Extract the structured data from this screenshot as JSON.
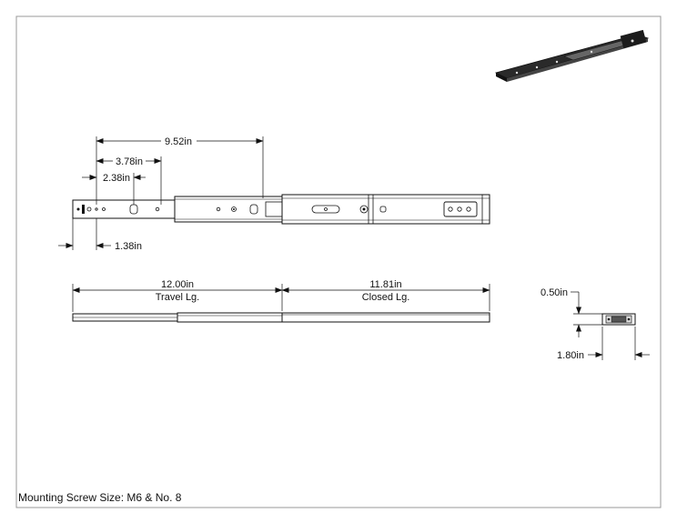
{
  "dimensions": {
    "d_952": "9.52in",
    "d_378": "3.78in",
    "d_238": "2.38in",
    "d_138": "1.38in",
    "travel_value": "12.00in",
    "travel_label": "Travel Lg.",
    "closed_value": "11.81in",
    "closed_label": "Closed Lg.",
    "height": "0.50in",
    "width": "1.80in"
  },
  "note": "Mounting Screw Size: M6 & No. 8"
}
